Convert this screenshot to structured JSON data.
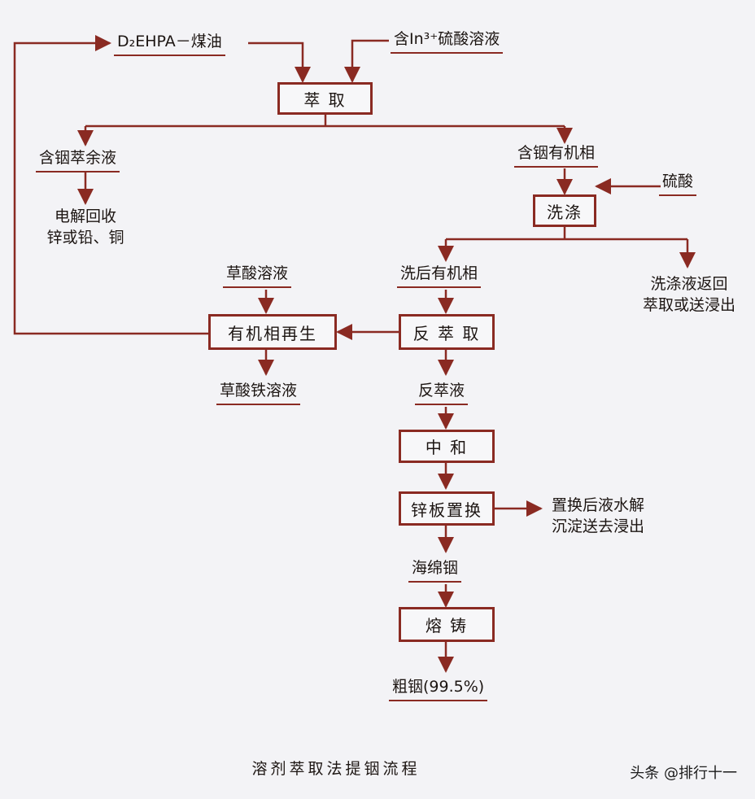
{
  "nodes": {
    "extractant": "D₂EHPA－煤油",
    "feed": "含In³⁺硫酸溶液",
    "extraction": "萃  取",
    "raffinate": "含铟萃余液",
    "electrolysis_l1": "电解回收",
    "electrolysis_l2": "锌或铅、铜",
    "loaded_organic": "含铟有机相",
    "sulfuric_acid": "硫酸",
    "washing": "洗涤",
    "washed_organic": "洗后有机相",
    "wash_return_l1": "洗涤液返回",
    "wash_return_l2": "萃取或送浸出",
    "oxalic_acid": "草酸溶液",
    "regeneration": "有机相再生",
    "stripping": "反 萃 取",
    "ferric_oxalate": "草酸铁溶液",
    "strip_liquor": "反萃液",
    "neutralization": "中   和",
    "zinc_replacement": "锌板置换",
    "post_replace_l1": "置换后液水解",
    "post_replace_l2": "沉淀送去浸出",
    "sponge_indium": "海绵铟",
    "casting": "熔    铸",
    "crude_indium": "粗铟(99.5%)"
  },
  "caption": "溶剂萃取法提铟流程",
  "watermark": "头条 @排行十一",
  "colors": {
    "line": "#8a2a22",
    "text": "#1c1512",
    "background": "#f3f3f6"
  }
}
